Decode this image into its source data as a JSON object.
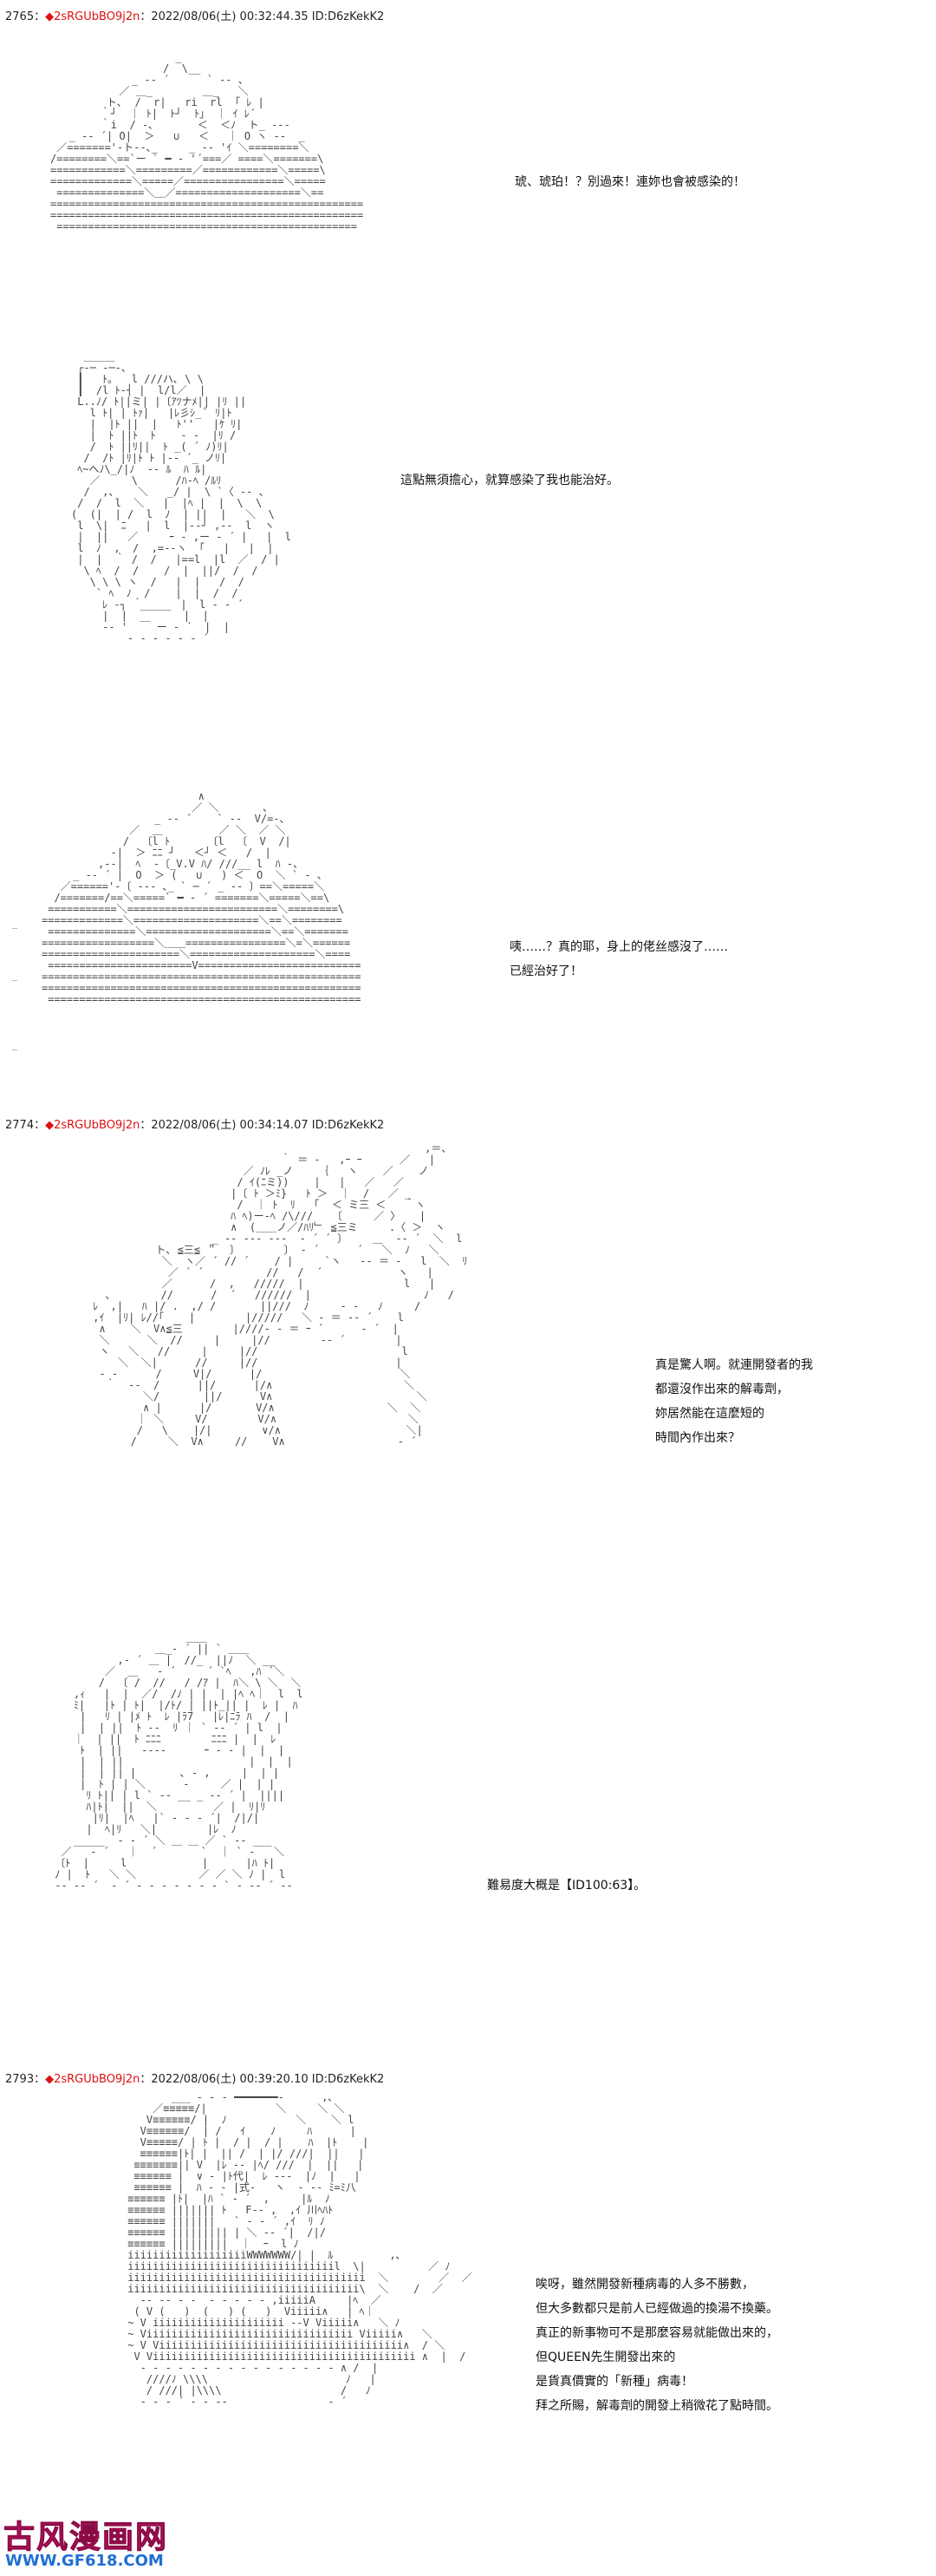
{
  "posts": [
    {
      "number": "2765",
      "separator": "：",
      "diamond": "◆",
      "trip": "2sRGUbBO9j2n",
      "meta": "：2022/08/06(土) 00:32:44.35 ID:D6zKekK2",
      "blocks": [
        {
          "lines": [
            "琥、琥珀！？別過來！連妳也會被感染的！"
          ]
        },
        {
          "lines": [
            "這點無須擔心，就算感染了我也能治好。"
          ]
        },
        {
          "lines": [
            "咦……？真的耶，身上的佬丝感沒了……",
            "已經治好了！"
          ]
        }
      ]
    },
    {
      "number": "2774",
      "separator": "：",
      "diamond": "◆",
      "trip": "2sRGUbBO9j2n",
      "meta": "：2022/08/06(土) 00:34:14.07 ID:D6zKekK2",
      "blocks": [
        {
          "lines": [
            "真是驚人啊。就連開發者的我",
            "都還沒作出來的解毒劑，",
            "妳居然能在這麼短的",
            "時間內作出來？"
          ]
        },
        {
          "lines": [
            "難易度大概是【ID100:63】。"
          ]
        }
      ]
    },
    {
      "number": "2793",
      "separator": "：",
      "diamond": "◆",
      "trip": "2sRGUbBO9j2n",
      "meta": "：2022/08/06(土) 00:39:20.10 ID:D6zKekK2",
      "blocks": [
        {
          "lines": [
            "唉呀，雖然開發新種病毒的人多不勝數，",
            "但大多數都只是前人已經做過的換湯不換藥。",
            "真正的新事物可不是那麼容易就能做出來的，",
            "但QUEEN先生開發出來的",
            "是貨真價實的「新種」病毒！",
            "拜之所賜，解毒劑的開發上稍微花了點時間。"
          ]
        }
      ]
    }
  ],
  "watermark": {
    "title": "古风漫画网",
    "url": "WWW.GF618.COM"
  }
}
